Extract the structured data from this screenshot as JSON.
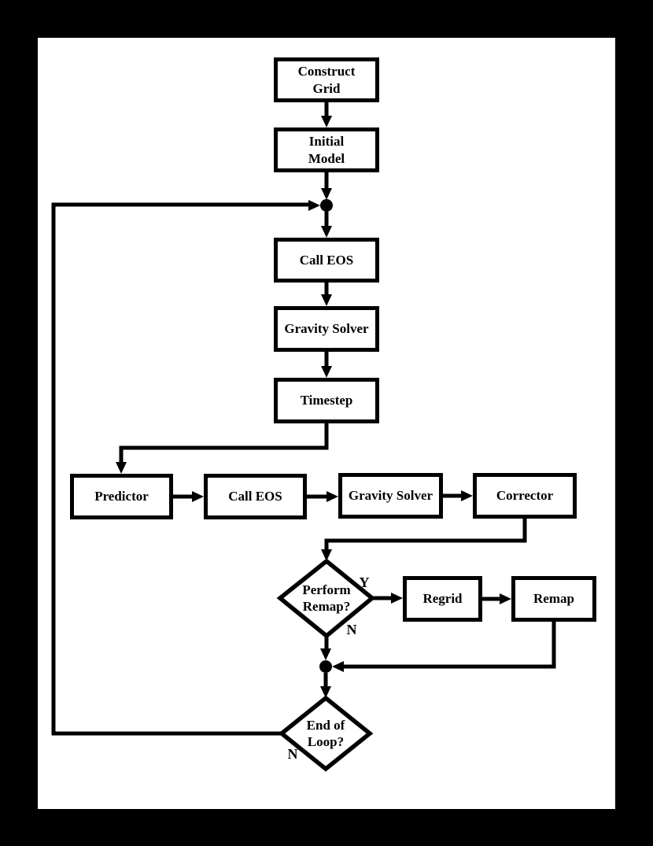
{
  "diagram": {
    "colors": {
      "page_background": "#000000",
      "canvas_background": "#ffffff",
      "ink": "#000000"
    },
    "nodes": {
      "construct_grid": "Construct\nGrid",
      "initial_model": "Initial\nModel",
      "call_eos_1": "Call EOS",
      "gravity_solver_1": "Gravity Solver",
      "timestep": "Timestep",
      "predictor": "Predictor",
      "call_eos_2": "Call EOS",
      "gravity_solver_2": "Gravity Solver",
      "corrector": "Corrector",
      "regrid": "Regrid",
      "remap": "Remap"
    },
    "decisions": {
      "perform_remap": "Perform\nRemap?",
      "end_of_loop": "End of\nLoop?"
    },
    "branch_labels": {
      "remap_yes": "Y",
      "remap_no": "N",
      "loop_no": "N"
    }
  }
}
